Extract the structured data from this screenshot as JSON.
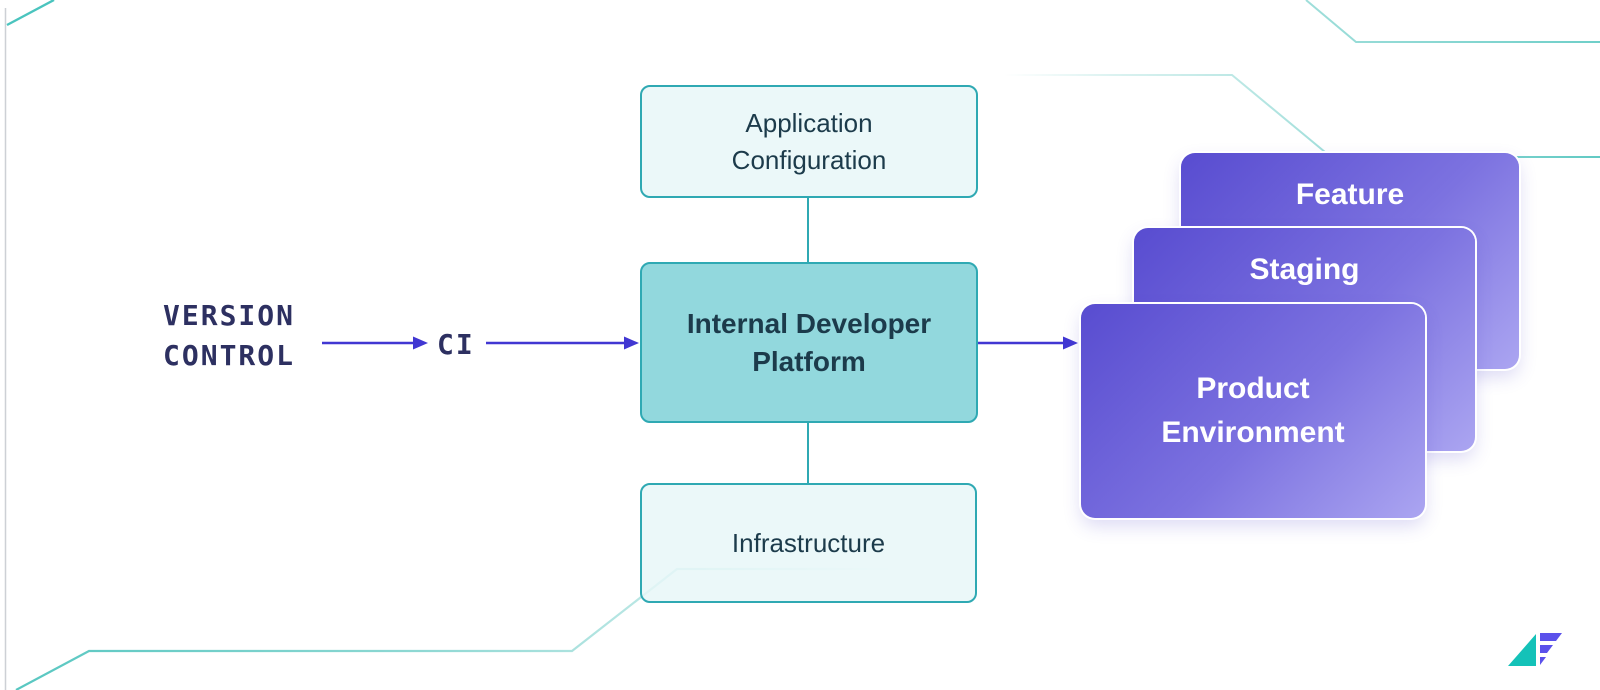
{
  "labels": {
    "version_control": {
      "line1": "VERSION",
      "line2": "CONTROL"
    },
    "ci": "CI"
  },
  "nodes": {
    "app_config": {
      "line1": "Application",
      "line2": "Configuration"
    },
    "idp": {
      "line1": "Internal Developer",
      "line2": "Platform"
    },
    "infrastructure": {
      "label": "Infrastructure"
    }
  },
  "environments": [
    {
      "label": "Feature"
    },
    {
      "label": "Staging"
    },
    {
      "line1": "Product",
      "line2": "Environment"
    }
  ],
  "icons": {
    "brand_logo": "brand-logo-mark",
    "decorations": [
      "circuit-line-top-left",
      "circuit-line-top-right",
      "circuit-line-middle-right",
      "circuit-line-bottom-left",
      "left-edge-rule"
    ]
  },
  "colors": {
    "teal_border": "#2FA9B3",
    "teal_fill": "#92D8DD",
    "light_teal_fill": "#E7F6F8",
    "arrow": "#4137D2",
    "navy_text": "#2D3061",
    "dark_teal_text": "#1C3B4B",
    "card_gradient_start": "#584CD0",
    "card_gradient_end": "#ABA5F1",
    "decor_teal": "#52C5BF",
    "edge_rule_gray": "#CDD0D5",
    "logo_teal": "#14C2B8",
    "logo_purple": "#5B51EB"
  }
}
